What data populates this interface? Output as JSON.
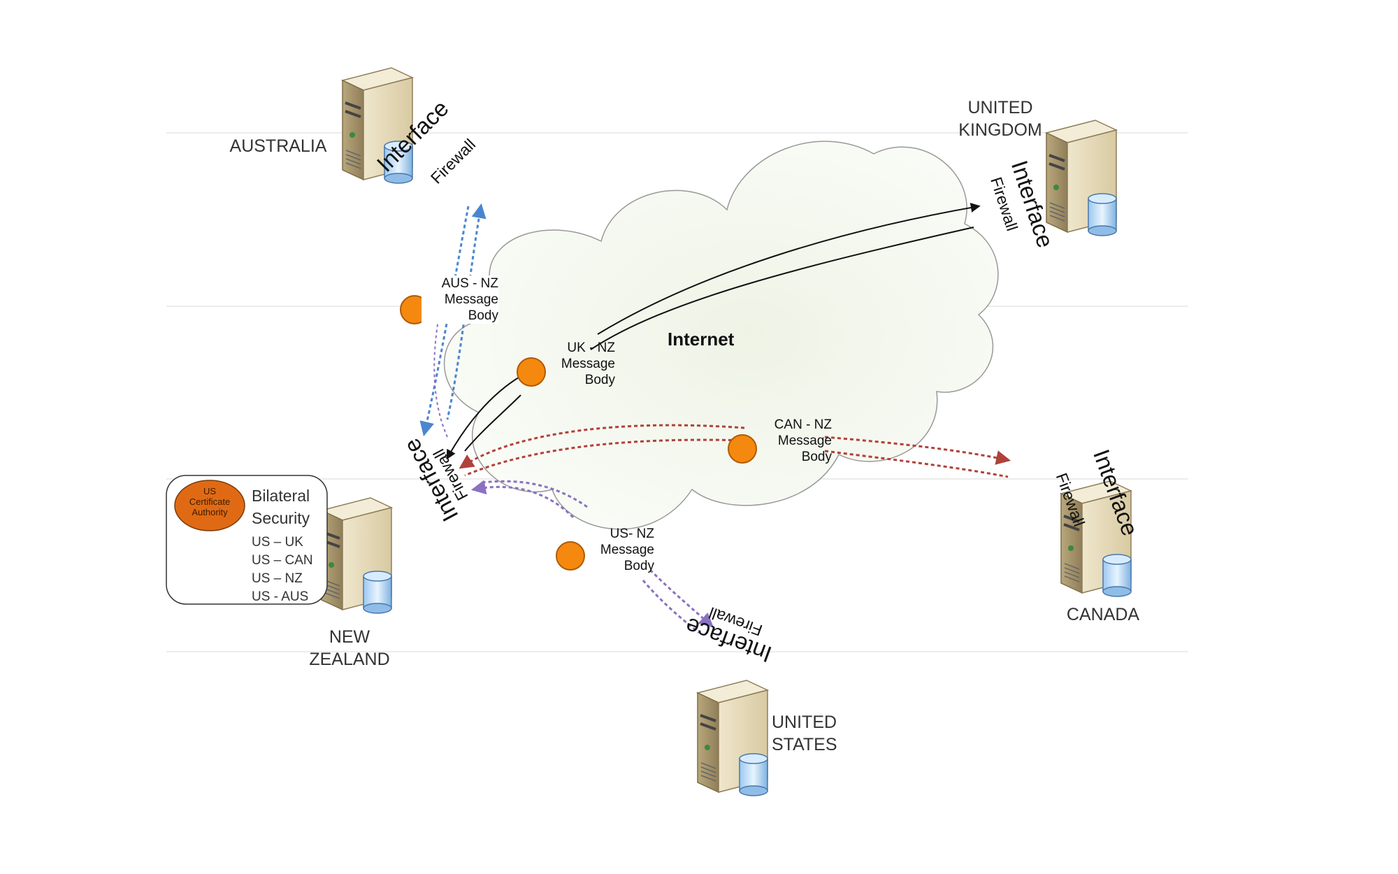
{
  "countries": {
    "australia": "AUSTRALIA",
    "united_kingdom": "UNITED\nKINGDOM",
    "new_zealand": "NEW\nZEALAND",
    "canada": "CANADA",
    "united_states": "UNITED\nSTATES"
  },
  "interface_label": "Interface",
  "firewall_label": "Firewall",
  "internet_label": "Internet",
  "messages": {
    "aus_nz": "AUS - NZ\nMessage\nBody",
    "uk_nz": "UK - NZ\nMessage\nBody",
    "can_nz": "CAN - NZ\nMessage\nBody",
    "us_nz": "US- NZ\nMessage\nBody"
  },
  "security": {
    "authority": "US\nCertificate\nAuthority",
    "title_line1": "Bilateral",
    "title_line2": "Security",
    "pairs": [
      "US – UK",
      "US – CAN",
      "US – NZ",
      "US - AUS"
    ]
  },
  "colors": {
    "message_dot": "#f5890f",
    "authority_oval": "#e06a14",
    "aus_arrow": "#4a86d0",
    "uk_arrow": "#222222",
    "can_arrow": "#b0413a",
    "us_arrow": "#8a72c0"
  }
}
